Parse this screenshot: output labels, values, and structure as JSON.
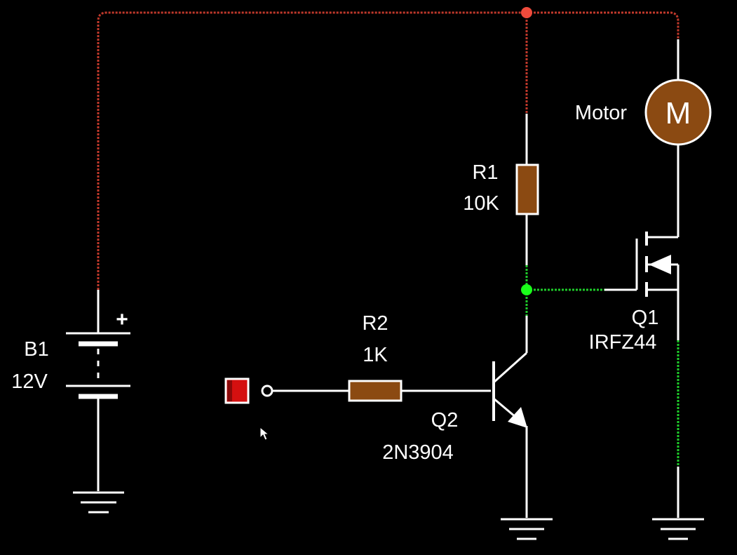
{
  "diagram": {
    "type": "circuit-schematic",
    "colors": {
      "background": "#000000",
      "wire": "#ffffff",
      "supply_net": "#c0392b",
      "supply_node": "#ef4b3c",
      "gate_net": "#1ecb2a",
      "gate_node": "#1aff1a",
      "drain_net": "#1ecb2a",
      "component_fill": "#8b4a12",
      "switch_fill": "#d41010"
    },
    "components": {
      "battery": {
        "name": "B1",
        "value": "12V",
        "polarity": "+"
      },
      "r1": {
        "name": "R1",
        "value": "10K"
      },
      "r2": {
        "name": "R2",
        "value": "1K"
      },
      "q1": {
        "name": "Q1",
        "value": "IRFZ44"
      },
      "q2": {
        "name": "Q2",
        "value": "2N3904"
      },
      "motor": {
        "name": "Motor",
        "symbol": "M"
      }
    },
    "switch": {
      "icon": "switch-square-icon",
      "state": "off"
    }
  }
}
